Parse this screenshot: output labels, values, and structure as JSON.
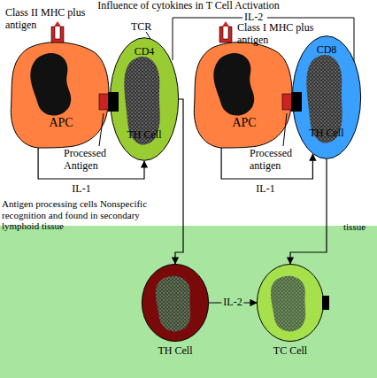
{
  "diagram": {
    "title": "Influence of cytokines in T Cell Activation",
    "nodes": [
      {
        "text": [
          "APC"
        ]
      },
      {
        "text": [
          "CD4",
          "TH Cell"
        ]
      },
      {
        "text": [
          "APC"
        ]
      },
      {
        "text": [
          "CD8",
          "TH Cell"
        ]
      },
      {
        "text": [
          "TH Cell"
        ]
      },
      {
        "text": [
          "TC Cell"
        ]
      }
    ],
    "edges": [
      {
        "from": 0,
        "to": 1,
        "label": "IL-1",
        "arrow": "to"
      },
      {
        "from": 2,
        "to": 3,
        "label": "IL-1",
        "arrow": "to"
      },
      {
        "from": 1,
        "to": 4,
        "arrow": "to"
      },
      {
        "from": 3,
        "to": 5,
        "arrow": "to"
      },
      {
        "from": 4,
        "to": 5,
        "label": "IL-2",
        "arrow": "to"
      }
    ],
    "labels": [
      "IL-2",
      "Class II MHC plus antigen",
      "TCR",
      "Processed Antigen",
      "Class I MHC plus antigen",
      "Processed antigen",
      "Antigen processing cells Nonspecific recognition and found in secondary lymphoid tissue",
      "tissue"
    ]
  }
}
